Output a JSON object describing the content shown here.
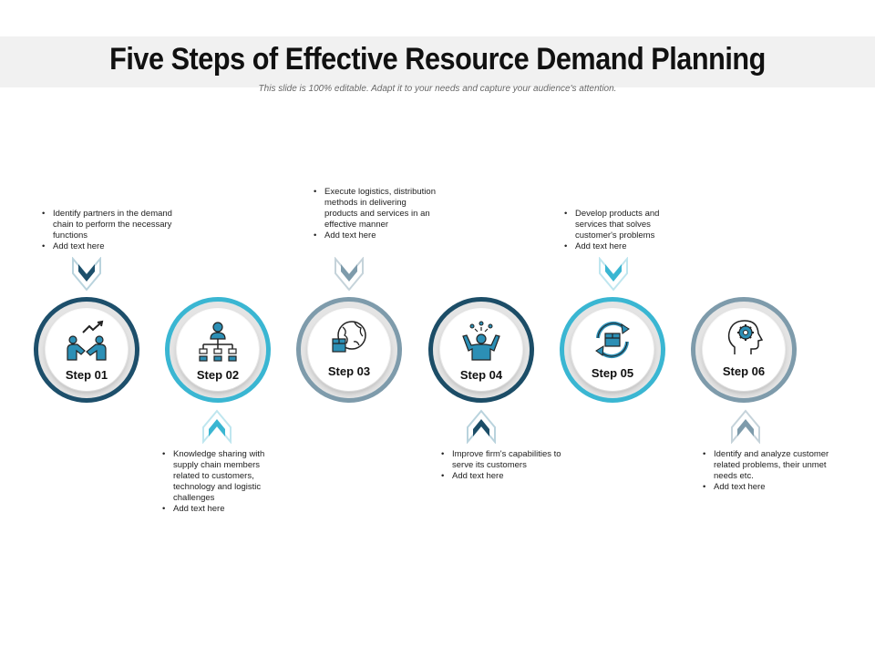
{
  "title": "Five Steps of Effective Resource Demand Planning",
  "subtitle": "This slide is 100% editable. Adapt it to your needs and capture your audience's attention.",
  "colors": {
    "dark_teal": "#1d4f6b",
    "cyan": "#3ab6d2",
    "slate": "#7e9bab",
    "navy": "#1c4d67",
    "light_ring": "#e4e4e4"
  },
  "steps": [
    {
      "label": "Step 01",
      "icon": "handshake-growth-icon",
      "color": "#1d4f6b"
    },
    {
      "label": "Step 02",
      "icon": "org-chart-icon",
      "color": "#3ab6d2"
    },
    {
      "label": "Step 03",
      "icon": "global-logistics-icon",
      "color": "#7e9bab"
    },
    {
      "label": "Step 04",
      "icon": "person-ideas-icon",
      "color": "#1c4d67"
    },
    {
      "label": "Step 05",
      "icon": "box-cycle-icon",
      "color": "#3ab6d2"
    },
    {
      "label": "Step 06",
      "icon": "head-gear-icon",
      "color": "#7e9bab"
    }
  ],
  "notes": {
    "step1": [
      "Identify partners in the demand chain to perform the necessary functions",
      "Add text here"
    ],
    "step2": [
      "Knowledge sharing with supply chain members related to customers, technology and logistic challenges",
      "Add text here"
    ],
    "step3": [
      "Execute logistics, distribution methods in delivering products and services in an effective manner",
      "Add text here"
    ],
    "step4": [
      "Improve firm's capabilities to serve its customers",
      "Add text here"
    ],
    "step5": [
      "Develop products and services that solves customer's problems",
      "Add text here"
    ],
    "step6": [
      "Identify and analyze customer related problems, their unmet needs etc.",
      "Add text here"
    ]
  }
}
